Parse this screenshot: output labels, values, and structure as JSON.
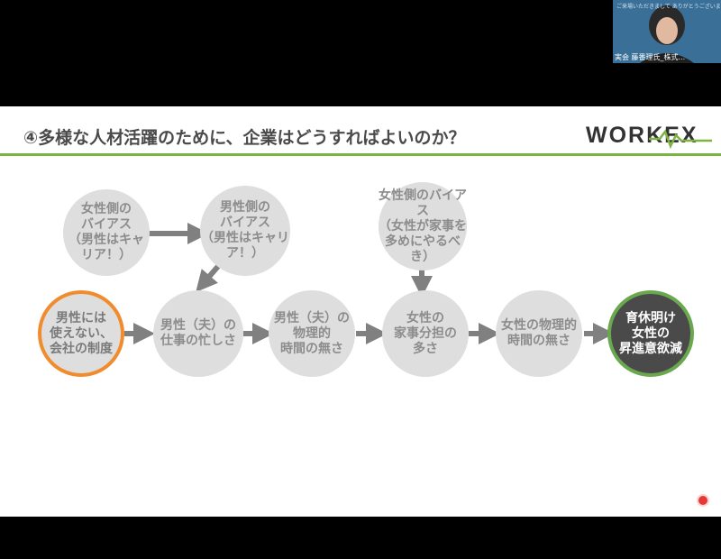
{
  "slide": {
    "title": "④多様な人材活躍のために、企業はどうすればよいのか？",
    "logo": "WORK",
    "logo_suffix": "EX"
  },
  "nodes": [
    {
      "id": "bias-women-top",
      "label": "女性側の\nバイアス\n（男性はキャリア！）"
    },
    {
      "id": "bias-men-top",
      "label": "男性側の\nバイアス\n（男性はキャリア！）"
    },
    {
      "id": "bias-women-housework",
      "label": "女性側のバイアス\n（女性が家事を\n多めにやるべき）"
    },
    {
      "id": "men-cannot-use",
      "label": "男性には\n使えない、\n会社の制度"
    },
    {
      "id": "husband-busy",
      "label": "男性（夫）の\n仕事の忙しさ"
    },
    {
      "id": "husband-no-time",
      "label": "男性（夫）の\n物理的\n時間の無さ"
    },
    {
      "id": "women-housework-share",
      "label": "女性の\n家事分担の\n多さ"
    },
    {
      "id": "women-no-time",
      "label": "女性の物理的\n時間の無さ"
    },
    {
      "id": "result",
      "label": "育休明け\n女性の\n昇進意欲減"
    }
  ],
  "webcam": {
    "name": "実会 藤番理氏_株式...",
    "caption": "ご来場いただきまして ありがとうございます"
  },
  "colors": {
    "accent_green": "#7cb342",
    "highlight_orange": "#f08c2e",
    "result_green": "#6aa84f"
  }
}
